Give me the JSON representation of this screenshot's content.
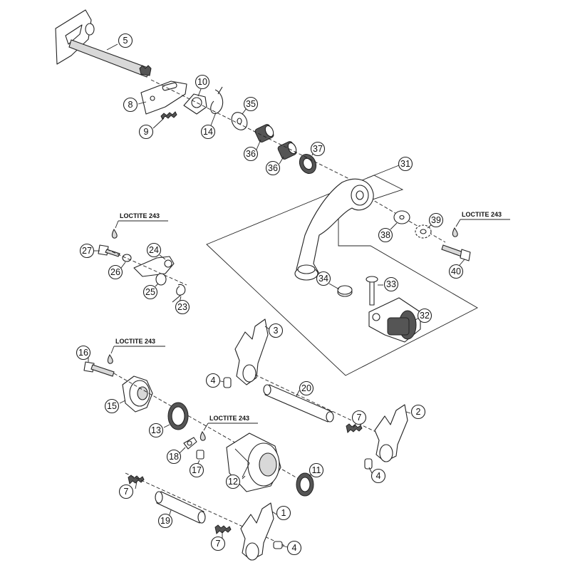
{
  "callouts": [
    "5",
    "8",
    "9",
    "10",
    "14",
    "35",
    "36",
    "36",
    "37",
    "31",
    "38",
    "39",
    "40",
    "27",
    "24",
    "26",
    "25",
    "23",
    "34",
    "33",
    "32",
    "3",
    "16",
    "4",
    "20",
    "15",
    "13",
    "7",
    "2",
    "18",
    "17",
    "12",
    "11",
    "4",
    "7",
    "19",
    "1",
    "7",
    "4"
  ],
  "loctite_label": "LOCTITE 243"
}
